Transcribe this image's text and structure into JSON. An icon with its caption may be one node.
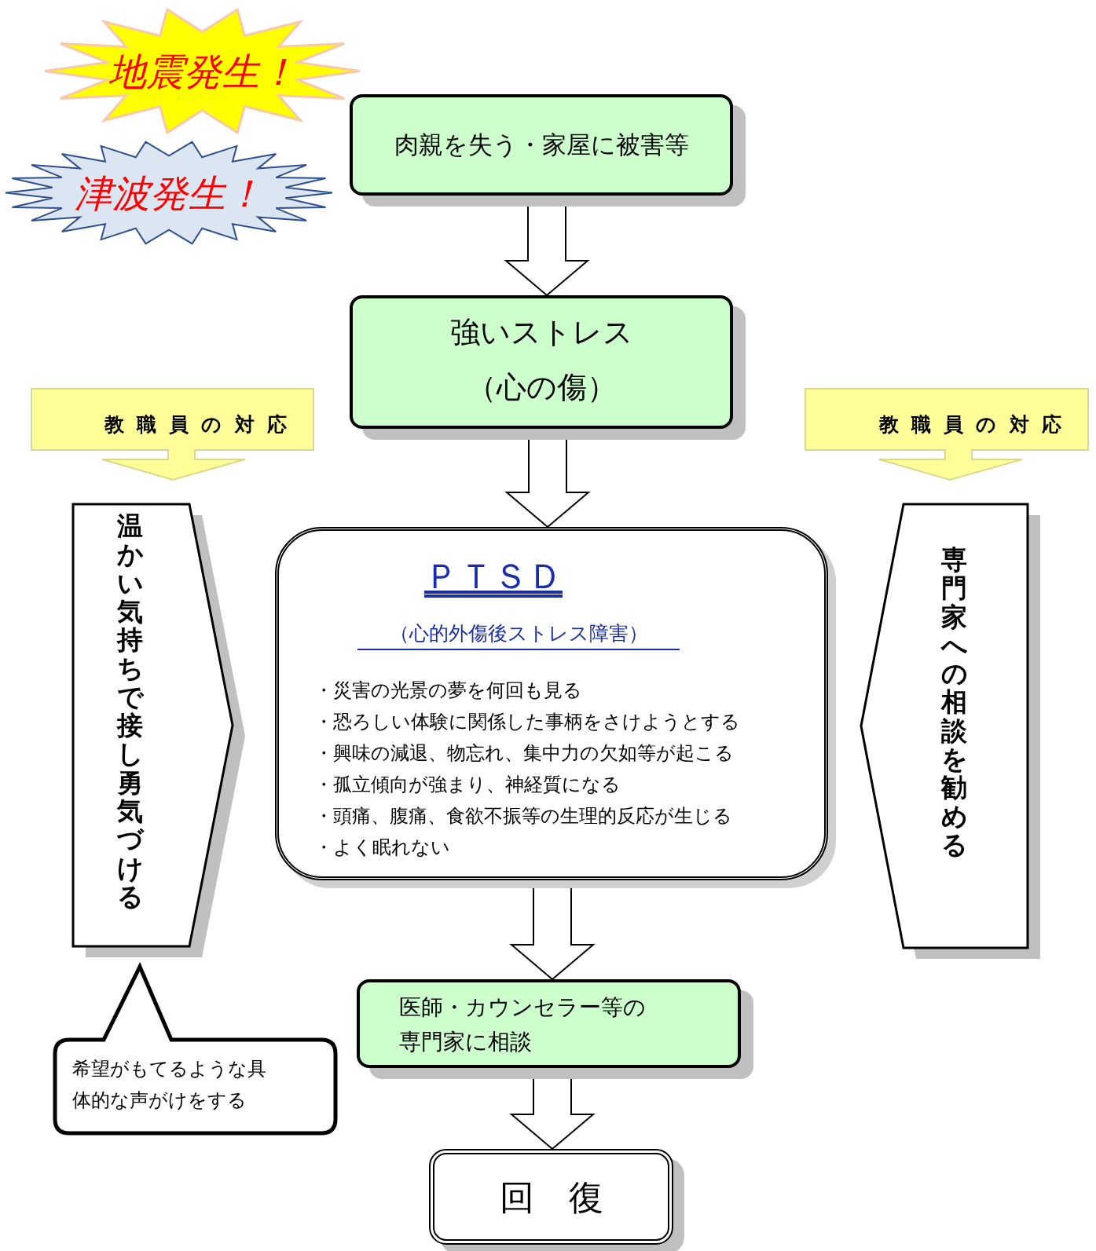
{
  "diagram": {
    "nodes": [
      {
        "text": [
          "地震発生！"
        ]
      },
      {
        "text": [
          "津波発生！"
        ]
      },
      {
        "text": [
          "肉親を失う・家屋に被害等"
        ]
      },
      {
        "text": [
          "強いストレス",
          "（心の傷）"
        ]
      },
      {
        "text": [
          "ＰＴＳＤ",
          "（心的外傷後ストレス障害）",
          "・災害の光景の夢を何回も見る",
          "・恐ろしい体験に関係した事柄をさけようとする",
          "・興味の減退、物忘れ、集中力の欠如等が起こる",
          "・孤立傾向が強まり、神経質になる",
          "・頭痛、腹痛、食欲不振等の生理的反応が生じる",
          "・よく眠れない"
        ]
      },
      {
        "text": [
          "医師・カウンセラー等の専門家に相談"
        ]
      },
      {
        "text": [
          "回　復"
        ]
      },
      {
        "text": [
          "温かい気持ちで接し勇気づける"
        ]
      },
      {
        "text": [
          "専門家への相談を勧める"
        ]
      },
      {
        "text": [
          "希望がもてるような具体的な声がけをする"
        ]
      },
      {
        "text": [
          "教職員の対応"
        ]
      },
      {
        "text": [
          "教職員の対応"
        ]
      }
    ],
    "edges": [
      {
        "from": 2,
        "to": 3,
        "arrow": "to"
      },
      {
        "from": 3,
        "to": 4,
        "arrow": "to"
      },
      {
        "from": 4,
        "to": 5,
        "arrow": "to"
      },
      {
        "from": 5,
        "to": 6,
        "arrow": "to"
      }
    ]
  }
}
